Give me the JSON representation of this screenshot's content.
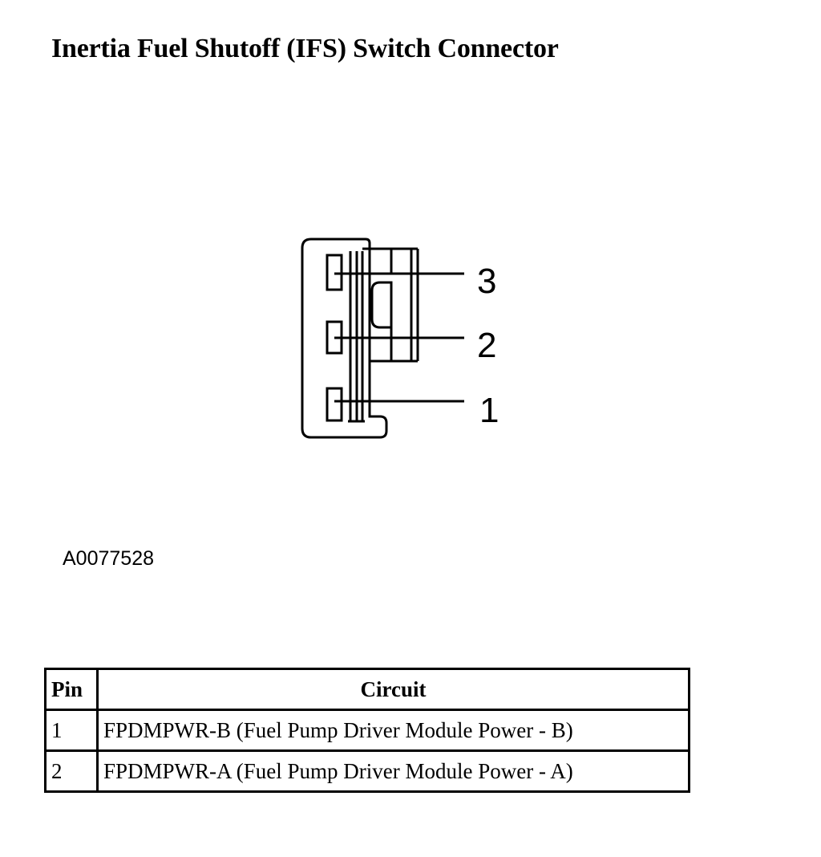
{
  "title": "Inertia Fuel Shutoff (IFS) Switch Connector",
  "connector": {
    "pin_labels": [
      "3",
      "2",
      "1"
    ]
  },
  "figure_id": "A0077528",
  "table": {
    "headers": {
      "pin": "Pin",
      "circuit": "Circuit"
    },
    "rows": [
      {
        "pin": "1",
        "circuit": "FPDMPWR-B (Fuel Pump Driver Module Power - B)"
      },
      {
        "pin": "2",
        "circuit": "FPDMPWR-A (Fuel Pump Driver Module Power - A)"
      }
    ]
  }
}
